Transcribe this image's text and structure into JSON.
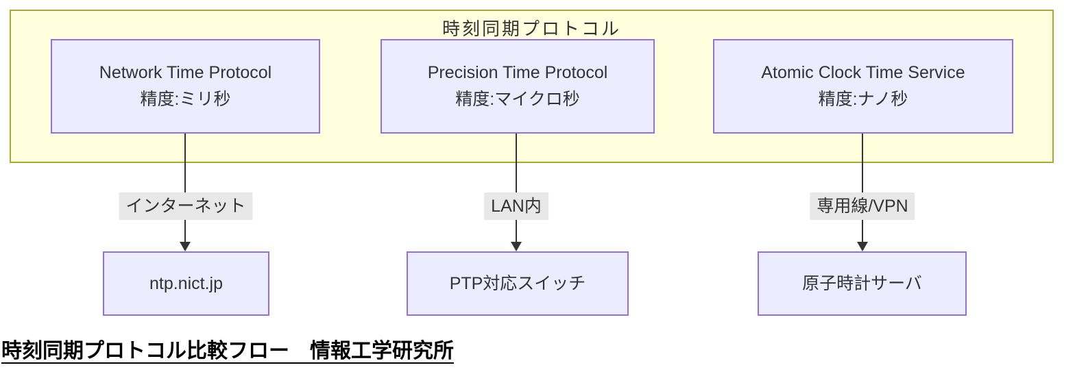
{
  "diagram": {
    "cluster": {
      "title": "時刻同期プロトコル"
    },
    "columns": [
      {
        "protocol": {
          "line1": "Network Time Protocol",
          "line2": "精度:ミリ秒"
        },
        "edge_label": "インターネット",
        "target": "ntp.nict.jp"
      },
      {
        "protocol": {
          "line1": "Precision Time Protocol",
          "line2": "精度:マイクロ秒"
        },
        "edge_label": "LAN内",
        "target": "PTP対応スイッチ"
      },
      {
        "protocol": {
          "line1": "Atomic Clock Time Service",
          "line2": "精度:ナノ秒"
        },
        "edge_label": "専用線/VPN",
        "target": "原子時計サーバ"
      }
    ],
    "caption": "時刻同期プロトコル比較フロー　情報工学研究所",
    "colors": {
      "cluster_fill": "#ffffde",
      "cluster_border": "#aaaa33",
      "node_fill": "#ececff",
      "node_border": "#9370db",
      "edge_label_bg": "#e8e8e8",
      "line": "#333333",
      "text": "#333333"
    }
  }
}
